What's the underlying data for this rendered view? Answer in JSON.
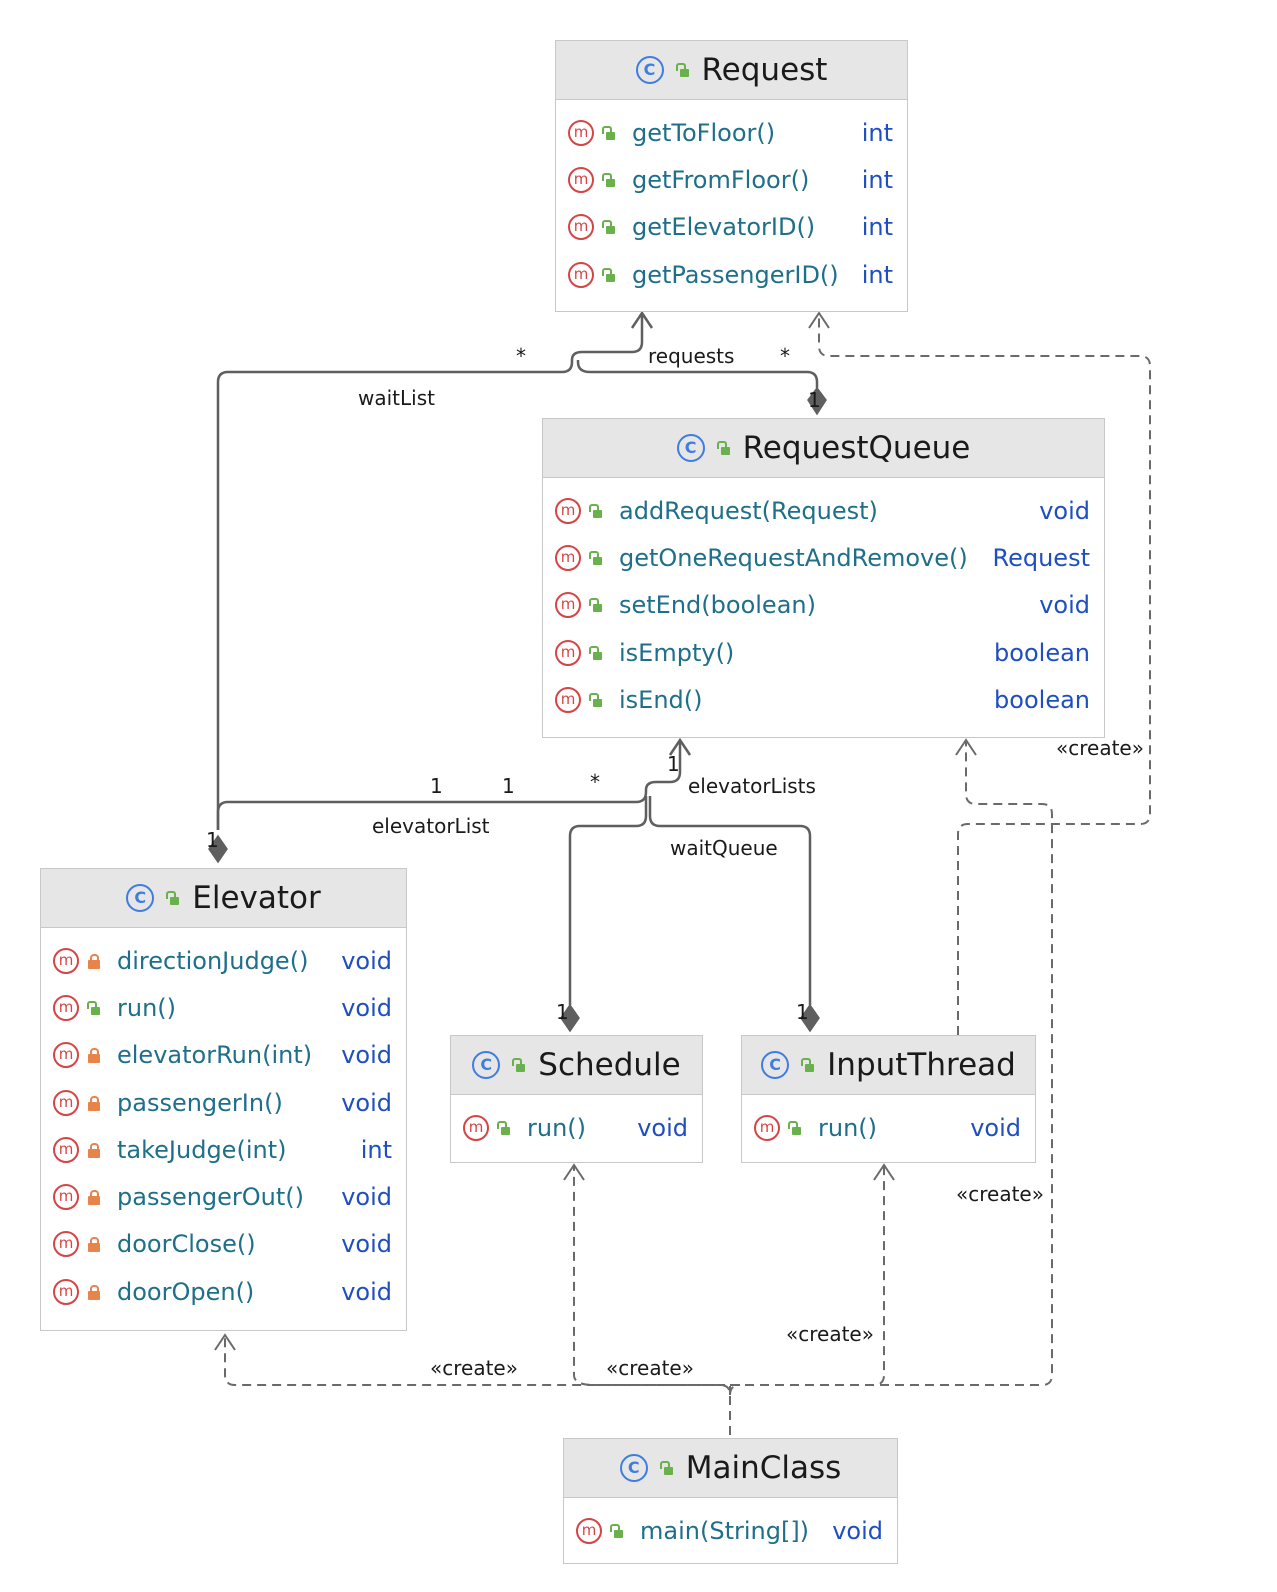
{
  "classes": {
    "request": {
      "name": "Request",
      "methods": [
        {
          "name": "getToFloor()",
          "return": "int",
          "visibility": "public"
        },
        {
          "name": "getFromFloor()",
          "return": "int",
          "visibility": "public"
        },
        {
          "name": "getElevatorID()",
          "return": "int",
          "visibility": "public"
        },
        {
          "name": "getPassengerID()",
          "return": "int",
          "visibility": "public"
        }
      ]
    },
    "request_queue": {
      "name": "RequestQueue",
      "methods": [
        {
          "name": "addRequest(Request)",
          "return": "void",
          "visibility": "public"
        },
        {
          "name": "getOneRequestAndRemove()",
          "return": "Request",
          "visibility": "public"
        },
        {
          "name": "setEnd(boolean)",
          "return": "void",
          "visibility": "public"
        },
        {
          "name": "isEmpty()",
          "return": "boolean",
          "visibility": "public"
        },
        {
          "name": "isEnd()",
          "return": "boolean",
          "visibility": "public"
        }
      ]
    },
    "elevator": {
      "name": "Elevator",
      "methods": [
        {
          "name": "directionJudge()",
          "return": "void",
          "visibility": "private"
        },
        {
          "name": "run()",
          "return": "void",
          "visibility": "public"
        },
        {
          "name": "elevatorRun(int)",
          "return": "void",
          "visibility": "private"
        },
        {
          "name": "passengerIn()",
          "return": "void",
          "visibility": "private"
        },
        {
          "name": "takeJudge(int)",
          "return": "int",
          "visibility": "private"
        },
        {
          "name": "passengerOut()",
          "return": "void",
          "visibility": "private"
        },
        {
          "name": "doorClose()",
          "return": "void",
          "visibility": "private"
        },
        {
          "name": "doorOpen()",
          "return": "void",
          "visibility": "private"
        }
      ]
    },
    "schedule": {
      "name": "Schedule",
      "methods": [
        {
          "name": "run()",
          "return": "void",
          "visibility": "public"
        }
      ]
    },
    "input_thread": {
      "name": "InputThread",
      "methods": [
        {
          "name": "run()",
          "return": "void",
          "visibility": "public"
        }
      ]
    },
    "main_class": {
      "name": "MainClass",
      "methods": [
        {
          "name": "main(String[])",
          "return": "void",
          "visibility": "public"
        }
      ]
    }
  },
  "labels": {
    "star_waitlist": "*",
    "waitlist": "waitList",
    "requests": "requests",
    "star_requests": "*",
    "one_requestqueue": "1",
    "one_elevatorlist_a": "1",
    "one_elevatorlist_b": "1",
    "star_elevatorlists": "*",
    "one_rq_bottom": "1",
    "elevatorlists": "elevatorLists",
    "elevatorlist": "elevatorList",
    "waitqueue": "waitQueue",
    "one_elevator": "1",
    "one_schedule": "1",
    "one_inputthread": "1",
    "create_rq": "«create»",
    "create_request": "«create»",
    "create_elevator": "«create»",
    "create_schedule": "«create»",
    "create_inputthread": "«create»"
  }
}
